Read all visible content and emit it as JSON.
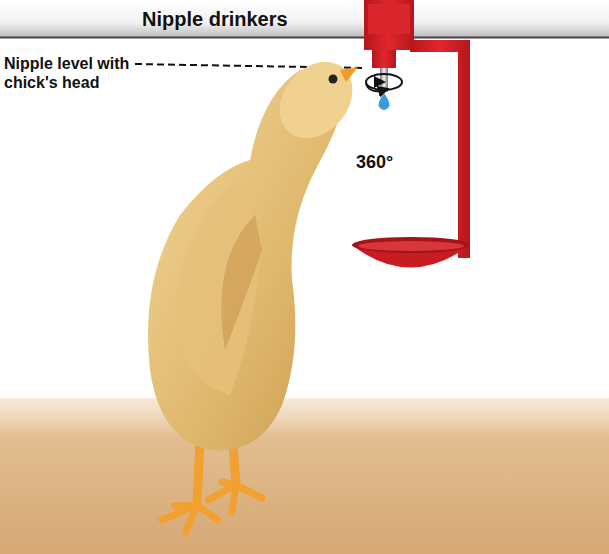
{
  "diagram": {
    "title": "Nipple drinkers",
    "labels": [
      "Nipple level with chick's head",
      "360°"
    ]
  }
}
